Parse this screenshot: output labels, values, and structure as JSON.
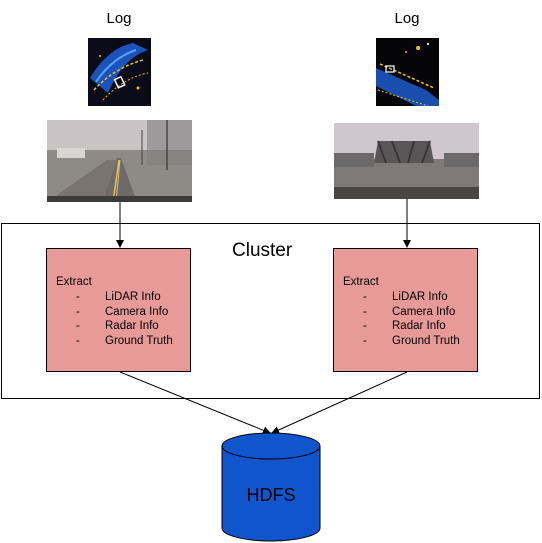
{
  "logs": [
    {
      "label": "Log"
    },
    {
      "label": "Log"
    }
  ],
  "cluster": {
    "title": "Cluster"
  },
  "extract_blocks": [
    {
      "title": "Extract",
      "items": [
        "LiDAR Info",
        "Camera Info",
        "Radar Info",
        "Ground Truth"
      ]
    },
    {
      "title": "Extract",
      "items": [
        "LiDAR Info",
        "Camera Info",
        "Radar Info",
        "Ground Truth"
      ]
    }
  ],
  "bullet": "-",
  "database": {
    "label": "HDFS"
  },
  "colors": {
    "extract_fill": "#e89a98",
    "database_fill": "#1155cc",
    "lidar_scan": "#2f7bff",
    "lidar_points": "#f2c511"
  }
}
